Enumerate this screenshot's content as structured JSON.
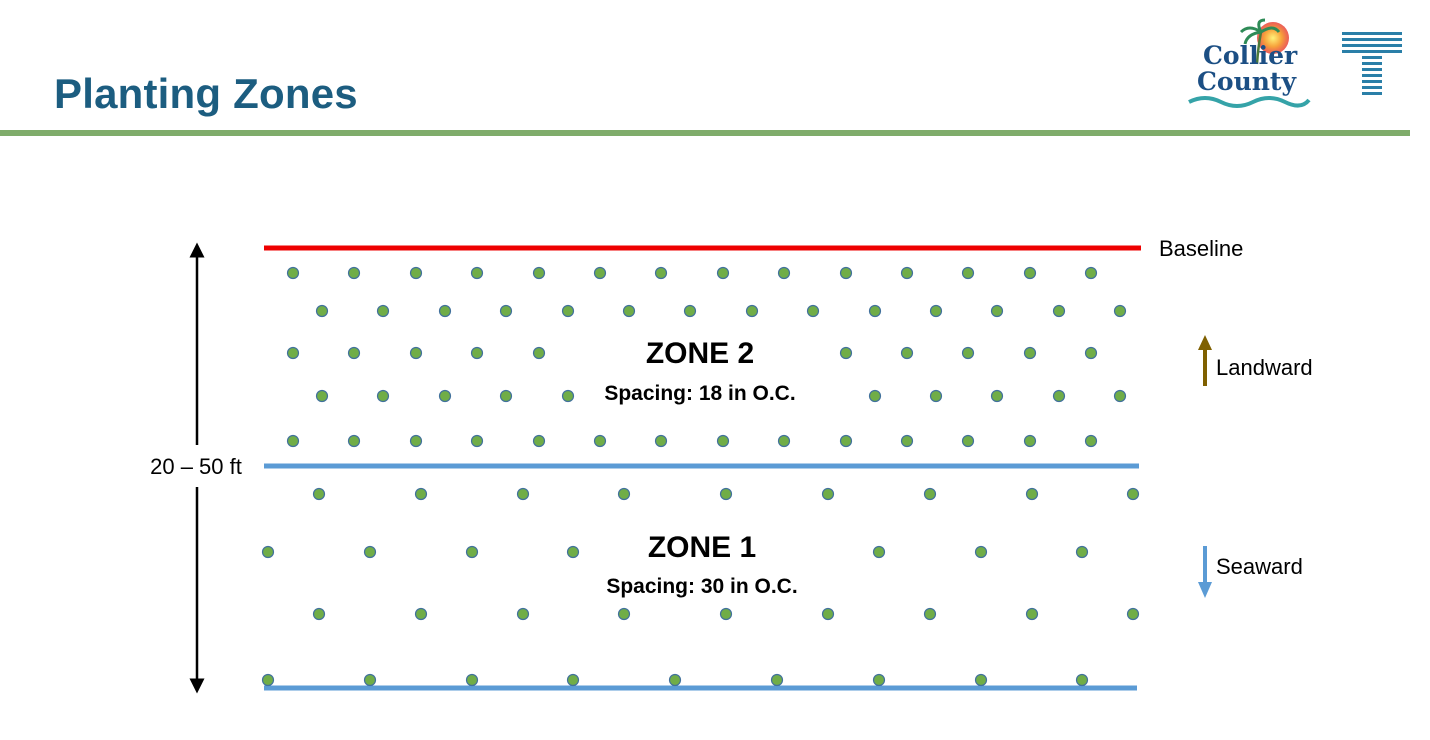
{
  "slide": {
    "title": "Planting Zones",
    "logo_text_line1": "Collier",
    "logo_text_line2": "County"
  },
  "colors": {
    "title": "#1c5d80",
    "title_rule": "#7fac6b",
    "baseline": "#ee0000",
    "zone_boundary": "#5b9bd5",
    "plant_fill": "#70ad47",
    "plant_stroke": "#41719c",
    "landward_arrow": "#7f6000",
    "seaward_arrow": "#5b9bd5"
  },
  "diagram": {
    "baseline_label": "Baseline",
    "width_label": "20 – 50 ft",
    "landward_label": "Landward",
    "seaward_label": "Seaward",
    "zone2": {
      "title": "ZONE 2",
      "spacing": "Spacing: 18 in O.C."
    },
    "zone1": {
      "title": "ZONE 1",
      "spacing": "Spacing: 30 in O.C."
    }
  }
}
